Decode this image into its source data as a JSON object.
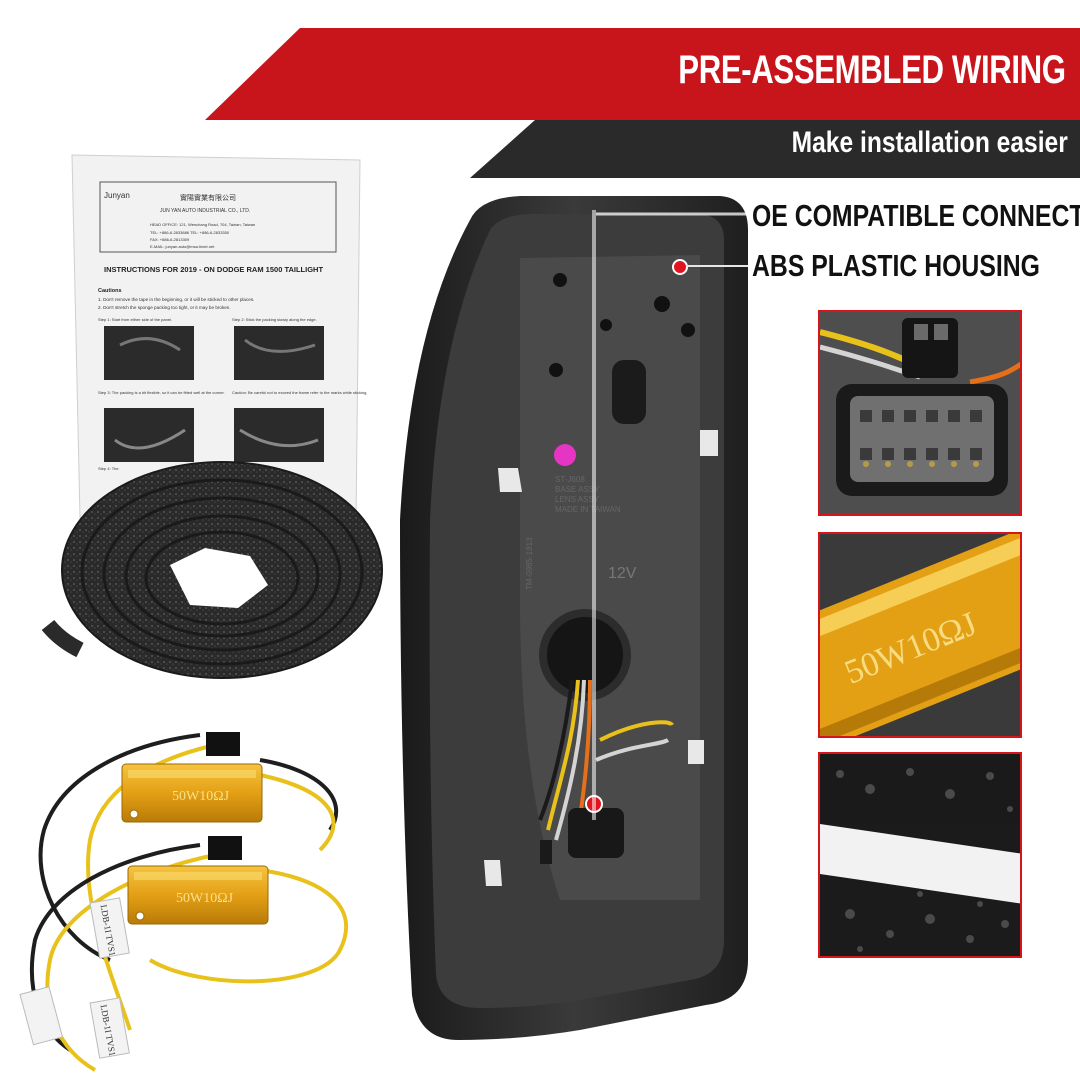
{
  "header": {
    "title": "PRE-ASSEMBLED WIRING",
    "subtitle": "Make installation easier"
  },
  "features": [
    {
      "label": "OE COMPATIBLE CONNECTOR"
    },
    {
      "label": "ABS PLASTIC HOUSING"
    }
  ],
  "instruction_sheet": {
    "brand": "Junyan",
    "company_cn": "實陽實業有限公司",
    "company": "JUN YAN AUTO INDUSTRIAL CO., LTD.",
    "head_office": "HEAD OFFICE: 121, Wenchang Road, 704, Tainan, Taiwan",
    "contact": "TEL: +886-6-2833886    TEL: +886-6-2833350",
    "fax": "FAX: +886-6-2813309",
    "email": "E-MAIL: junyan.auto@msa.hinet.net",
    "title": "INSTRUCTIONS FOR 2019 - ON DODGE RAM 1500 TAILLIGHT",
    "cautions_heading": "Cautions",
    "caution_1": "1. Don't remove the tape in the beginning, or it will be sticked to other places.",
    "caution_2": "2. Don't stretch the sponge packing too tight, or it may be broken.",
    "step_1": "Step 1: Start from either side of the panel.",
    "step_2": "Step 2: Stick the packing slowly along the edge.",
    "step_3": "Step 3: The packing is a bit flexible, so it can be fitted well at the corner.",
    "caution_3": "Caution: Be careful not to exceed the frame refer to the marks while sticking.",
    "step_4": "Step 4: The"
  },
  "resistors": [
    {
      "marking": "50W10ΩJ"
    },
    {
      "marking": "50W10ΩJ"
    }
  ],
  "resistor_tags": [
    "LDB-1I TVS1",
    "LDB-1I TVS1"
  ],
  "taillight": {
    "voltage": "12V",
    "marking": "TM-0985-1913",
    "text_lines": [
      "ST-J608",
      "BASE ASSY",
      "LENS ASSY",
      "MADE IN TAIWAN"
    ]
  },
  "panels": [
    {
      "name": "connector-closeup"
    },
    {
      "name": "resistor-closeup",
      "marking": "50W10ΩJ"
    },
    {
      "name": "foam-closeup"
    }
  ],
  "colors": {
    "accent_red": "#d8141b",
    "banner_dark": "#2b2b2b",
    "resistor_gold": "#e6a418",
    "marker_red": "#e0141e",
    "marker_pink": "#e535c2"
  }
}
